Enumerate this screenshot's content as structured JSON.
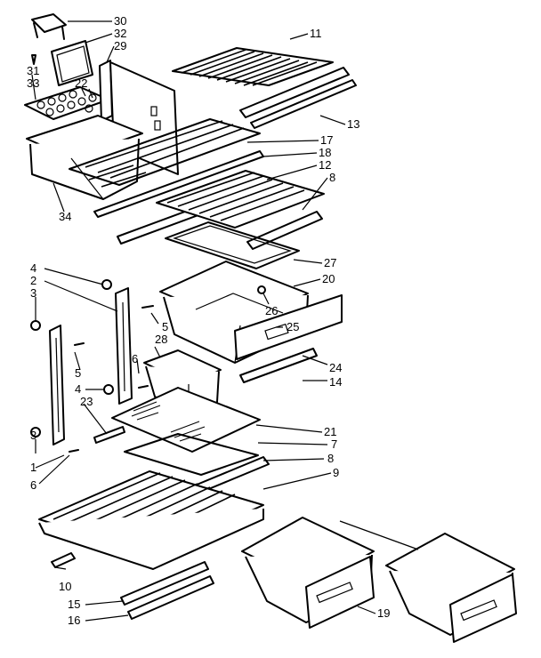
{
  "labels": [
    {
      "id": "30",
      "text": "30"
    },
    {
      "id": "32",
      "text": "32"
    },
    {
      "id": "29",
      "text": "29"
    },
    {
      "id": "11",
      "text": "11"
    },
    {
      "id": "31",
      "text": "31"
    },
    {
      "id": "33",
      "text": "33"
    },
    {
      "id": "22",
      "text": "22"
    },
    {
      "id": "13",
      "text": "13"
    },
    {
      "id": "17",
      "text": "17"
    },
    {
      "id": "18",
      "text": "18"
    },
    {
      "id": "12",
      "text": "12"
    },
    {
      "id": "8a",
      "text": "8"
    },
    {
      "id": "34",
      "text": "34"
    },
    {
      "id": "27",
      "text": "27"
    },
    {
      "id": "4a",
      "text": "4"
    },
    {
      "id": "2",
      "text": "2"
    },
    {
      "id": "20",
      "text": "20"
    },
    {
      "id": "3a",
      "text": "3"
    },
    {
      "id": "26",
      "text": "26"
    },
    {
      "id": "5a",
      "text": "5"
    },
    {
      "id": "28",
      "text": "28"
    },
    {
      "id": "25",
      "text": "25"
    },
    {
      "id": "5b",
      "text": "5"
    },
    {
      "id": "6a",
      "text": "6"
    },
    {
      "id": "24",
      "text": "24"
    },
    {
      "id": "4b",
      "text": "4"
    },
    {
      "id": "14",
      "text": "14"
    },
    {
      "id": "23",
      "text": "23"
    },
    {
      "id": "21",
      "text": "21"
    },
    {
      "id": "3b",
      "text": "3"
    },
    {
      "id": "7",
      "text": "7"
    },
    {
      "id": "1",
      "text": "1"
    },
    {
      "id": "8b",
      "text": "8"
    },
    {
      "id": "6b",
      "text": "6"
    },
    {
      "id": "9",
      "text": "9"
    },
    {
      "id": "10",
      "text": "10"
    },
    {
      "id": "15",
      "text": "15"
    },
    {
      "id": "16",
      "text": "16"
    },
    {
      "id": "19",
      "text": "19"
    }
  ]
}
